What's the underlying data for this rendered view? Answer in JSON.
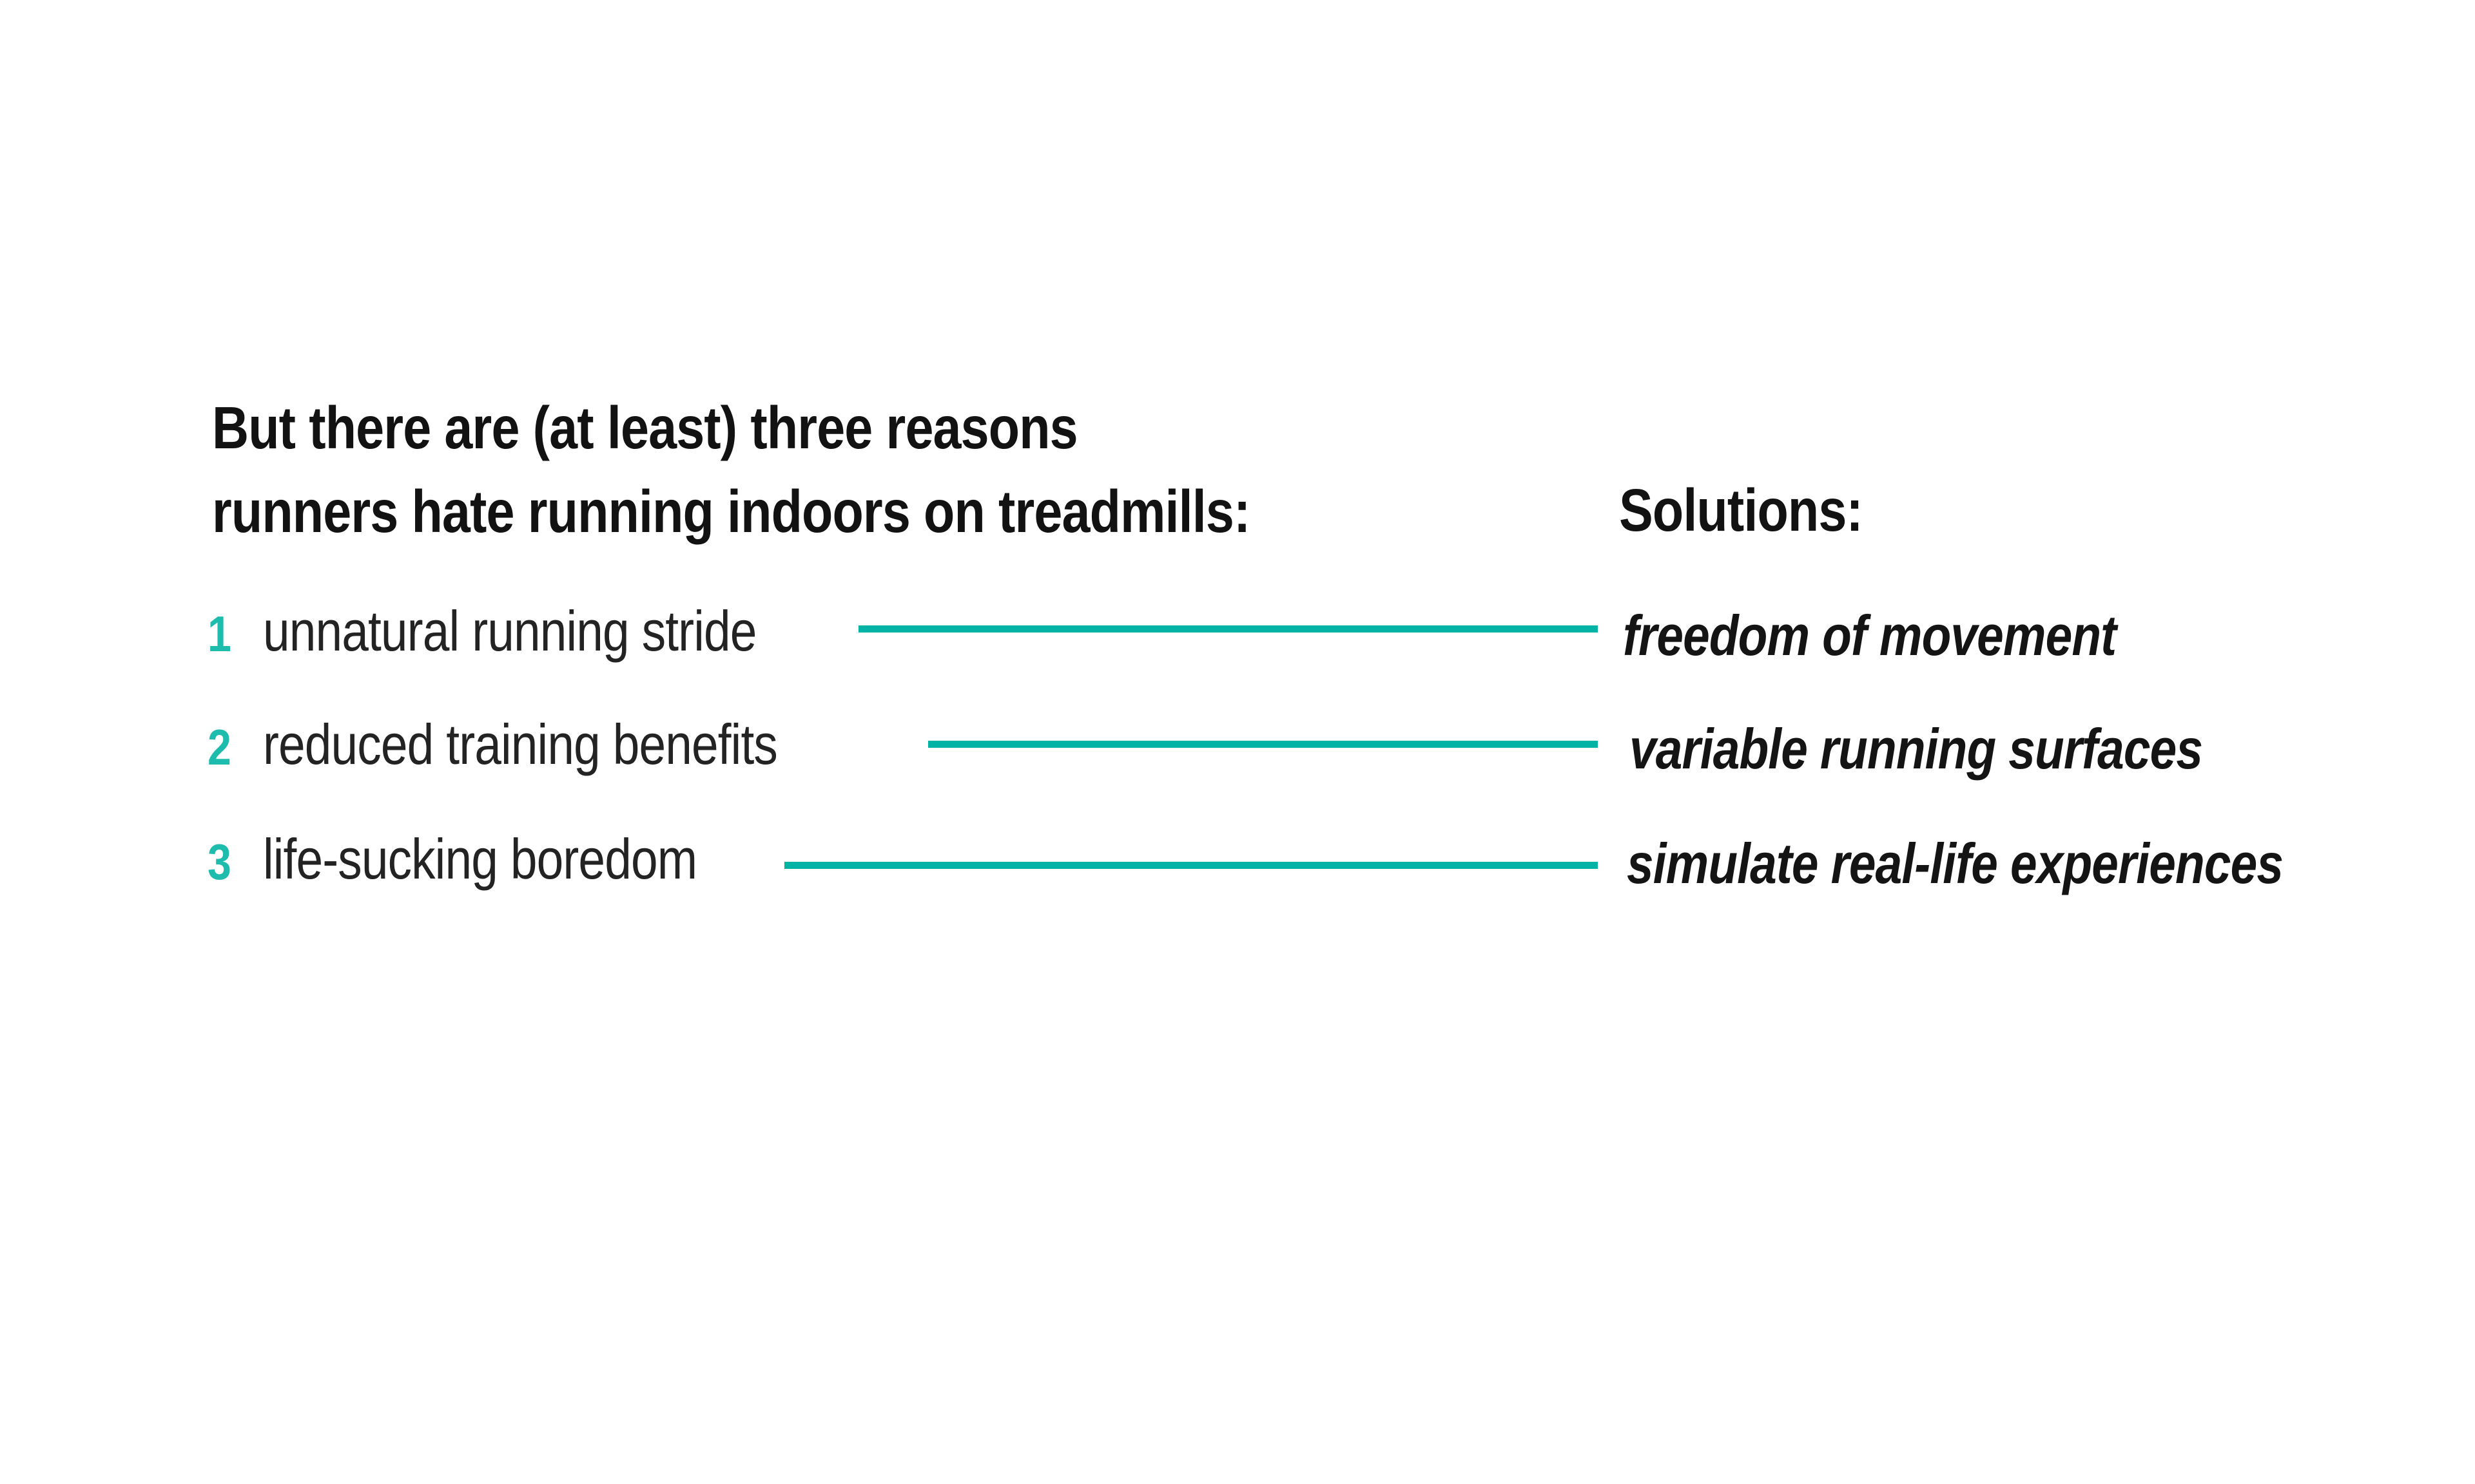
{
  "slide": {
    "background": "#ffffff",
    "problems_header": {
      "line1": "But there are (at least) three reasons",
      "line2": "runners hate running indoors on treadmills:"
    },
    "solutions_header": "Solutions:",
    "items": [
      {
        "number": "1",
        "problem": "unnatural running stride",
        "solution": "freedom of movement"
      },
      {
        "number": "2",
        "problem": "reduced training benefits",
        "solution": "variable running surfaces"
      },
      {
        "number": "3",
        "problem": "life-sucking boredom",
        "solution": "simulate real-life experiences"
      }
    ],
    "colors": {
      "connector_teal": "#00b3a5",
      "number_teal": "#1ebcac",
      "text_black": "#161616"
    }
  }
}
